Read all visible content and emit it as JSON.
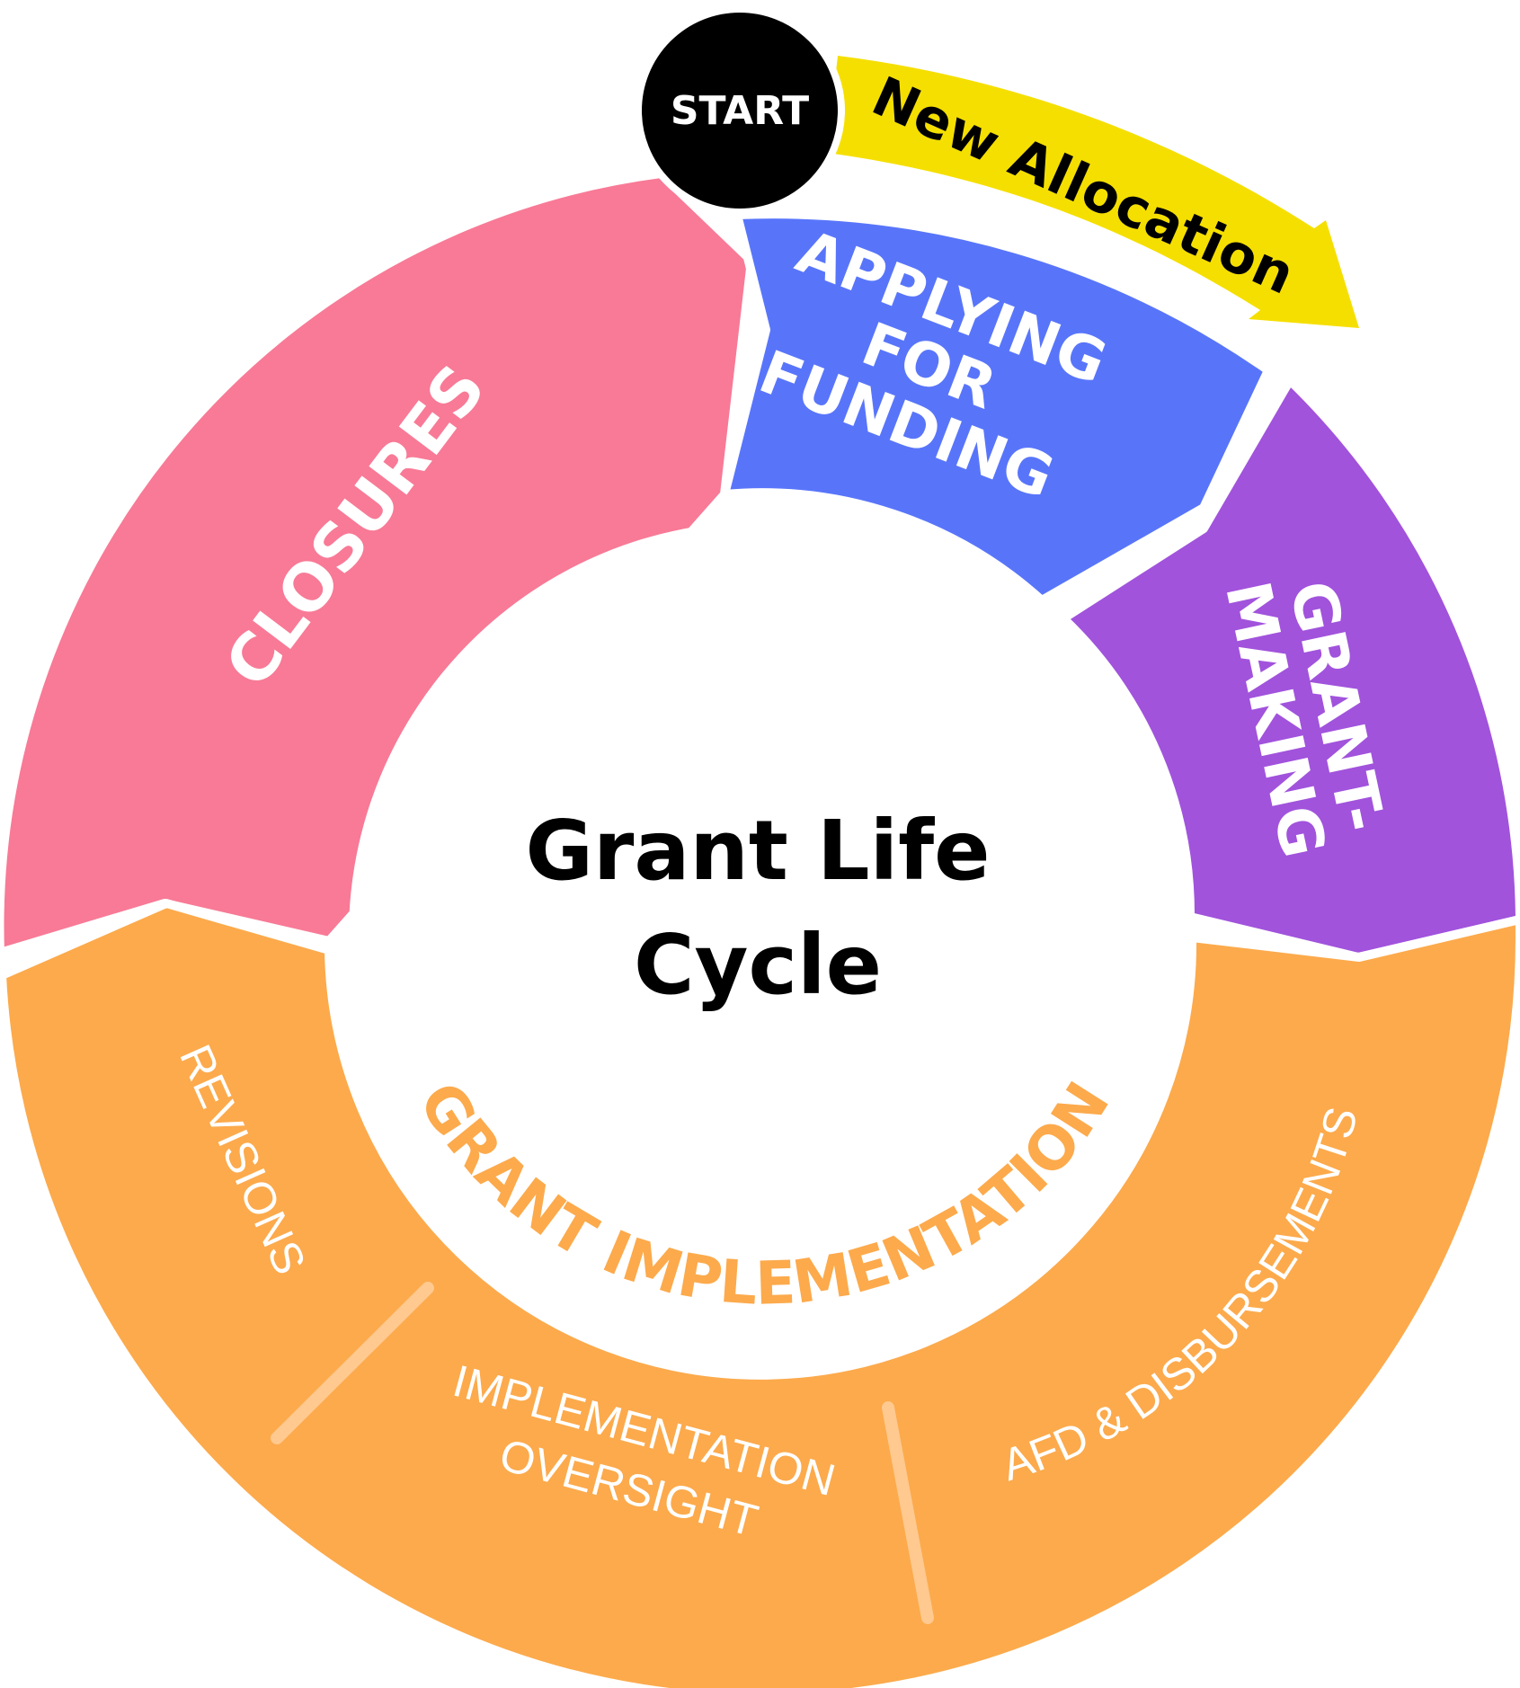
{
  "start": {
    "label": "START"
  },
  "arrow": {
    "label": "New Allocation"
  },
  "center": {
    "line1": "Grant Life",
    "line2": "Cycle"
  },
  "stages": {
    "applying": {
      "line1": "APPLYING",
      "line2": "FOR",
      "line3": "FUNDING"
    },
    "grant_making": {
      "line1": "GRANT-",
      "line2": "MAKING"
    },
    "closures": {
      "label": "CLOSURES"
    },
    "implementation": {
      "title": "GRANT IMPLEMENTATION",
      "revisions": "REVISIONS",
      "oversight_line1": "IMPLEMENTATION",
      "oversight_line2": "OVERSIGHT",
      "afd": "AFD & DISBURSEMENTS"
    }
  },
  "colors": {
    "closures": "#f87a96",
    "applying": "#5875fa",
    "grant_making": "#a153dc",
    "implementation": "#fcaa4c",
    "arrow": "#f5df00",
    "start": "#000000"
  }
}
